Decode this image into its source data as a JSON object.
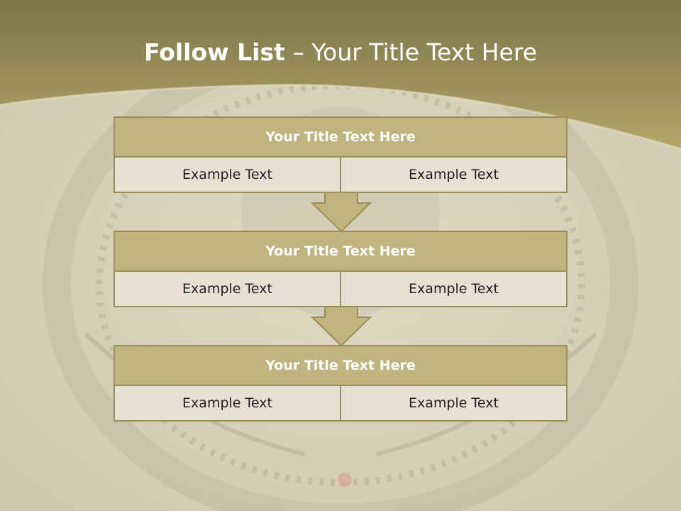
{
  "slide": {
    "title_bold": "Follow List",
    "title_dash": " – ",
    "title_rest": "Your Title Text Here"
  },
  "steps": [
    {
      "title": "Your Title Text Here",
      "left": "Example Text",
      "right": "Example Text"
    },
    {
      "title": "Your Title Text Here",
      "left": "Example Text",
      "right": "Example Text"
    },
    {
      "title": "Your Title Text Here",
      "left": "Example Text",
      "right": "Example Text"
    }
  ],
  "colors": {
    "header_band": "#8f8452",
    "box_header": "#bfb37f",
    "box_body": "#e7e1d4",
    "border": "#9a8e58"
  }
}
